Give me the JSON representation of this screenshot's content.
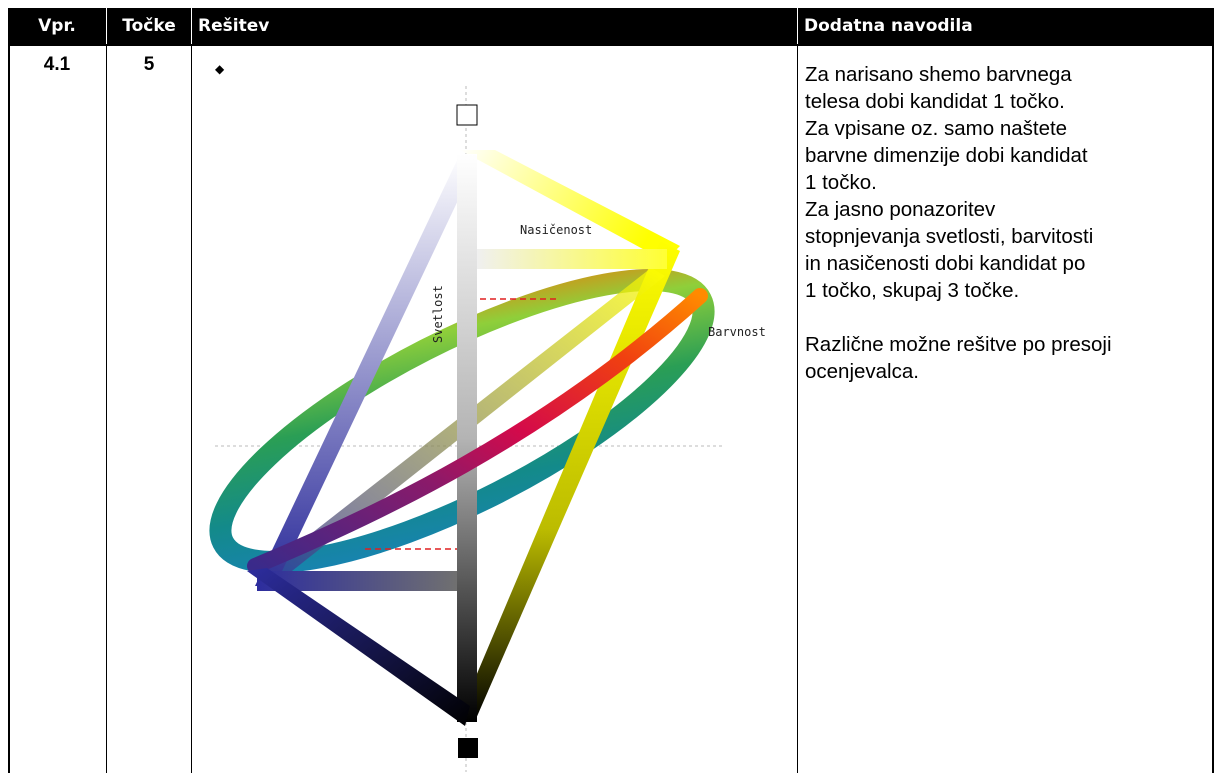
{
  "table": {
    "headers": {
      "question": "Vpr.",
      "points": "Točke",
      "solution": "Rešitev",
      "instructions": "Dodatna navodila"
    },
    "row": {
      "question": "4.1",
      "points": "5",
      "instructions_1": "Za narisano shemo barvnega\ntelesa dobi kandidat 1 točko.\nZa vpisane oz. samo naštete\nbarvne dimenzije dobi kandidat\n1 točko.\nZa jasno ponazoritev\nstopnjevanja svetlosti, barvitosti\nin nasičenosti dobi kandidat po\n1 točko, skupaj 3 točke.",
      "instructions_2": "Različne možne rešitve po presoji\nocenjevalca."
    }
  },
  "diagram": {
    "bullet": "◆",
    "label_saturation": "Nasičenost",
    "label_lightness": "Svetlost",
    "label_hue": "Barvnost"
  }
}
